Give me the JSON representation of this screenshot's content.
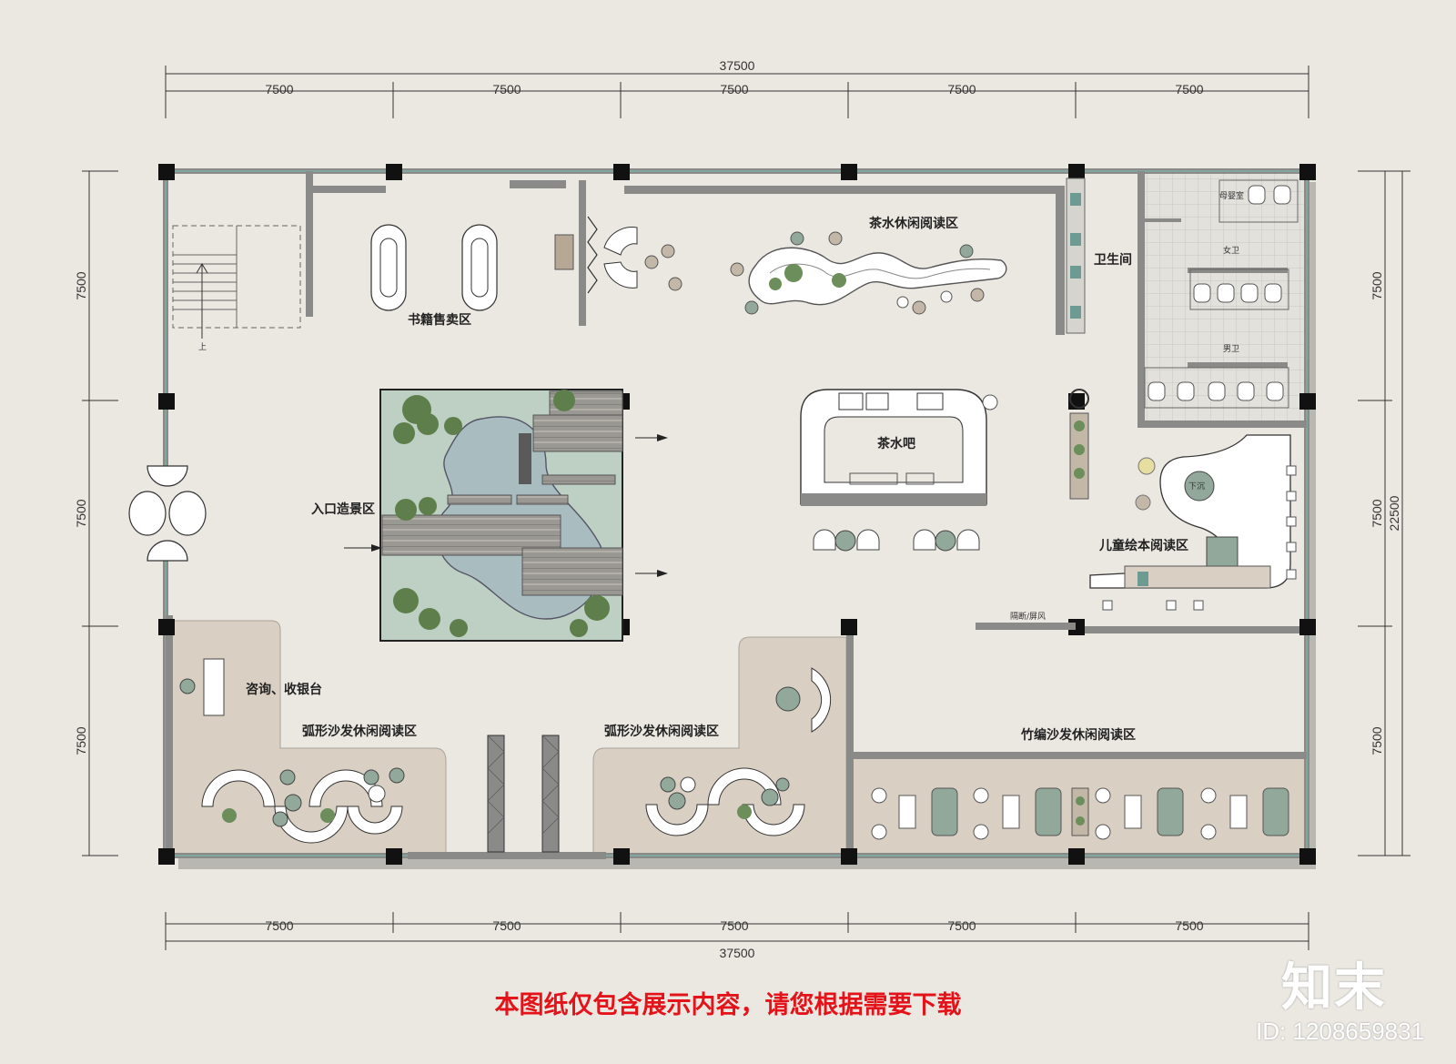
{
  "dimensions": {
    "bay": "7500",
    "total_width": "37500",
    "total_depth": "22500"
  },
  "zones": {
    "book_sales": "书籍售卖区",
    "tea_reading": "茶水休闲阅读区",
    "restroom": "卫生间",
    "mother_baby": "母婴室",
    "female_wc": "女卫",
    "male_wc": "男卫",
    "entrance": "入口造景区",
    "tea_bar": "茶水吧",
    "kids_reading": "儿童绘本阅读区",
    "consult_cashier": "咨询、收银台",
    "arc_sofa_1": "弧形沙发休闲阅读区",
    "arc_sofa_2": "弧形沙发休闲阅读区",
    "bamboo_sofa": "竹编沙发休闲阅读区",
    "stair_up": "上",
    "down": "下沉",
    "partition": "隔断/屏风"
  },
  "notice": "本图纸仅包含展示内容，请您根据需要下载",
  "brand": "知末",
  "image_id": "ID: 1208659831",
  "colors": {
    "wall": "#8a8a88",
    "column": "#111111",
    "floor": "#ebe8e2",
    "zone_fill": "#d9cfc2",
    "landscape": "#bdd0c3",
    "water": "#a9bcc0",
    "deck": "#8e8c88",
    "planter": "#6b8e5a",
    "notice": "#e4131a",
    "glass": "#7fb0a6"
  }
}
